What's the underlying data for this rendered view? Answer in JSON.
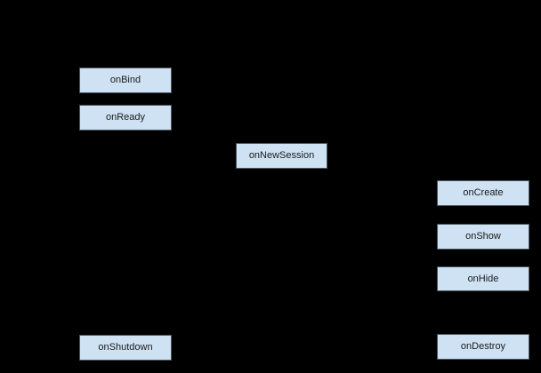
{
  "diagram": {
    "title": "voice-interaction-lifecycle-callbacks",
    "colors": {
      "background": "#000000",
      "node_fill": "#cfe2f3",
      "node_border": "#4a5560",
      "node_text": "#1a1a1a"
    },
    "nodes": [
      {
        "label": "onBind"
      },
      {
        "label": "onReady"
      },
      {
        "label": "onNewSession"
      },
      {
        "label": "onCreate"
      },
      {
        "label": "onShow"
      },
      {
        "label": "onHide"
      },
      {
        "label": "onShutdown"
      },
      {
        "label": "onDestroy"
      }
    ]
  }
}
